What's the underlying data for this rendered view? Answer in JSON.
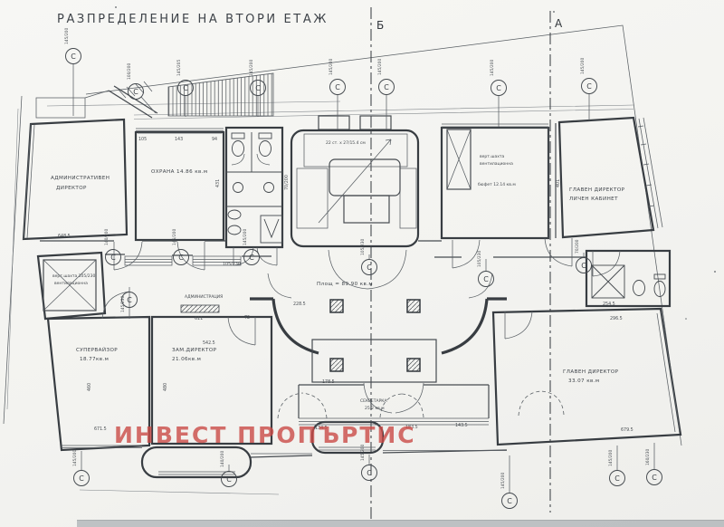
{
  "title": "РАЗПРЕДЕЛЕНИЕ НА ВТОРИ ЕТАЖ",
  "axes": {
    "b": "Б",
    "a": "А"
  },
  "watermark": {
    "text": "ИНВЕСТ ПРОПЪРТИС",
    "color": "#cb4b47"
  },
  "marker_symbol": "С",
  "rooms": {
    "admin_director": {
      "line1": "АДМИНИСТРАТИВЕН",
      "line2": "ДИРЕКТОР"
    },
    "ohrana": "ОХРАНА  14.86 кв.м",
    "vent_shaft_top": {
      "line1": "верт.шахта",
      "line2": "вентилационна"
    },
    "bufet": "бюфет  12.14 кв.м",
    "chief_cabinet": {
      "line1": "ГЛАВЕН ДИРЕКТОР",
      "line2": "ЛИЧЕН КАБИНЕТ"
    },
    "administration": "АДМИНИСТРАЦИЯ",
    "hall_area": "Площ = 89.90 кв.м",
    "supervisor": {
      "line1": "СУПЕРВАЙЗОР",
      "line2": "18.77кв.м"
    },
    "deputy_director": {
      "line1": "ЗАМ.ДИРЕКТОР",
      "line2": "21.06кв.м"
    },
    "secretary": {
      "line1": "СЕКРЕТАРКА",
      "line2": "25.2 кв.м"
    },
    "chief_director": {
      "line1": "ГЛАВЕН ДИРЕКТОР",
      "line2": "33.07 кв.м"
    },
    "vent_shaft_left": {
      "line1": "верт.шахта  105/230",
      "line2": "вентилационна"
    },
    "stairs_note": "22 ст. х 27/15.4 см"
  },
  "markers": [
    "145/200",
    "100/200",
    "145/205",
    "145/200",
    "145/200",
    "145/200",
    "145/200",
    "145/200",
    "140/200",
    "145/200",
    "145/200",
    "145/230",
    "105/230",
    "105/230",
    "70/200",
    "145/200",
    "140/200",
    "145/200",
    "145/200",
    "145/200",
    "160/230"
  ],
  "dims": [
    "105",
    "143",
    "94",
    "648.5",
    "611",
    "72",
    "542.5",
    "480",
    "460",
    "679.5",
    "254.5",
    "296.5",
    "228.5",
    "183.5",
    "134.5",
    "143.5",
    "178.5",
    "671.5",
    "401",
    "431",
    "105/230",
    "70/200"
  ]
}
